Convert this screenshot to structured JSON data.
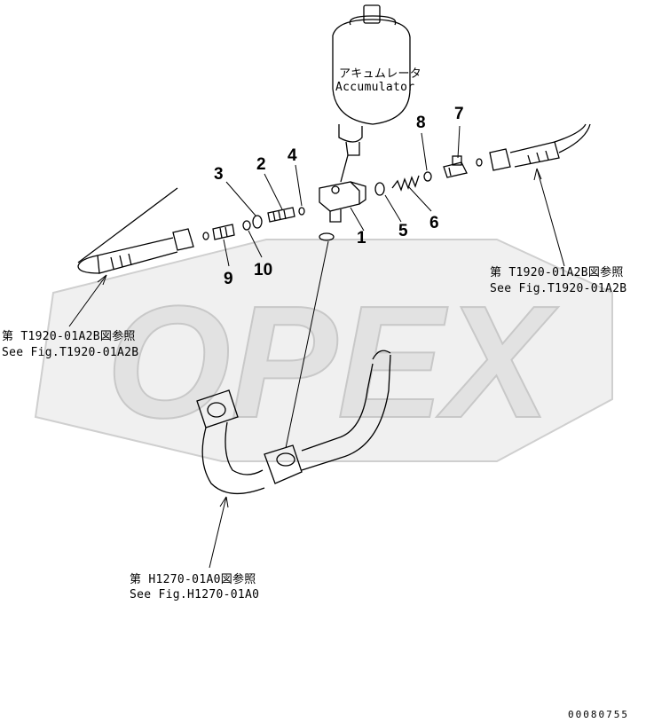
{
  "accumulator": {
    "label_jp": "アキュムレータ",
    "label_en": "Accumulator"
  },
  "part_numbers": [
    "1",
    "2",
    "3",
    "4",
    "5",
    "6",
    "7",
    "8",
    "9",
    "10"
  ],
  "references": {
    "right_hose": {
      "jp": "第 T1920-01A2B図参照",
      "en": "See Fig.T1920-01A2B"
    },
    "left_hose": {
      "jp": "第 T1920-01A2B図参照",
      "en": "See Fig.T1920-01A2B"
    },
    "tube": {
      "jp": "第 H1270-01A0図参照",
      "en": "See Fig.H1270-01A0"
    }
  },
  "watermark": "OPEX",
  "doc_id": "00080755"
}
